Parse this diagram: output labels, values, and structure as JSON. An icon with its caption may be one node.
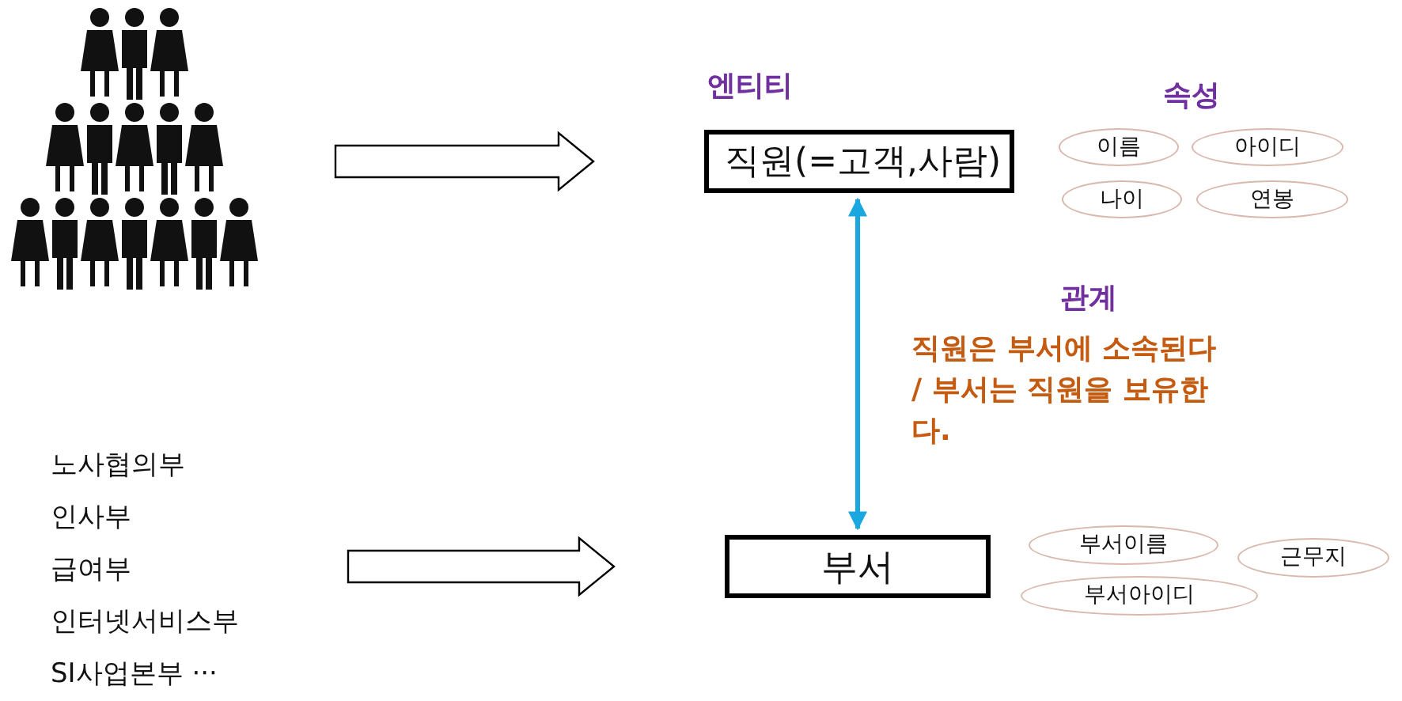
{
  "diagram": {
    "nodes": [
      {
        "text": [],
        "shape": "person"
      },
      {
        "text": [
          "노사협의부",
          "인사부",
          "급여부",
          "인터넷서비스부",
          "SI사업본부 ···"
        ]
      },
      {
        "text": [
          "엔티티",
          "직원(=고객,사람)"
        ]
      },
      {
        "text": [
          "부서"
        ]
      },
      {
        "text": [
          "이름"
        ]
      },
      {
        "text": [
          "아이디"
        ]
      },
      {
        "text": [
          "나이"
        ]
      },
      {
        "text": [
          "연봉"
        ]
      },
      {
        "text": [
          "부서이름"
        ]
      },
      {
        "text": [
          "근무지"
        ]
      },
      {
        "text": [
          "부서아이디"
        ]
      }
    ],
    "edges": [
      {
        "from": 0,
        "to": 2,
        "arrow": "to"
      },
      {
        "from": 1,
        "to": 3,
        "arrow": "to"
      },
      {
        "from": 2,
        "to": 3,
        "arrow": "both",
        "color": "#1aa7e0"
      }
    ],
    "labels": [
      "속성",
      "관계",
      "직원은 부서에 소속된다 / 부서는 직원을 보유한다."
    ]
  }
}
